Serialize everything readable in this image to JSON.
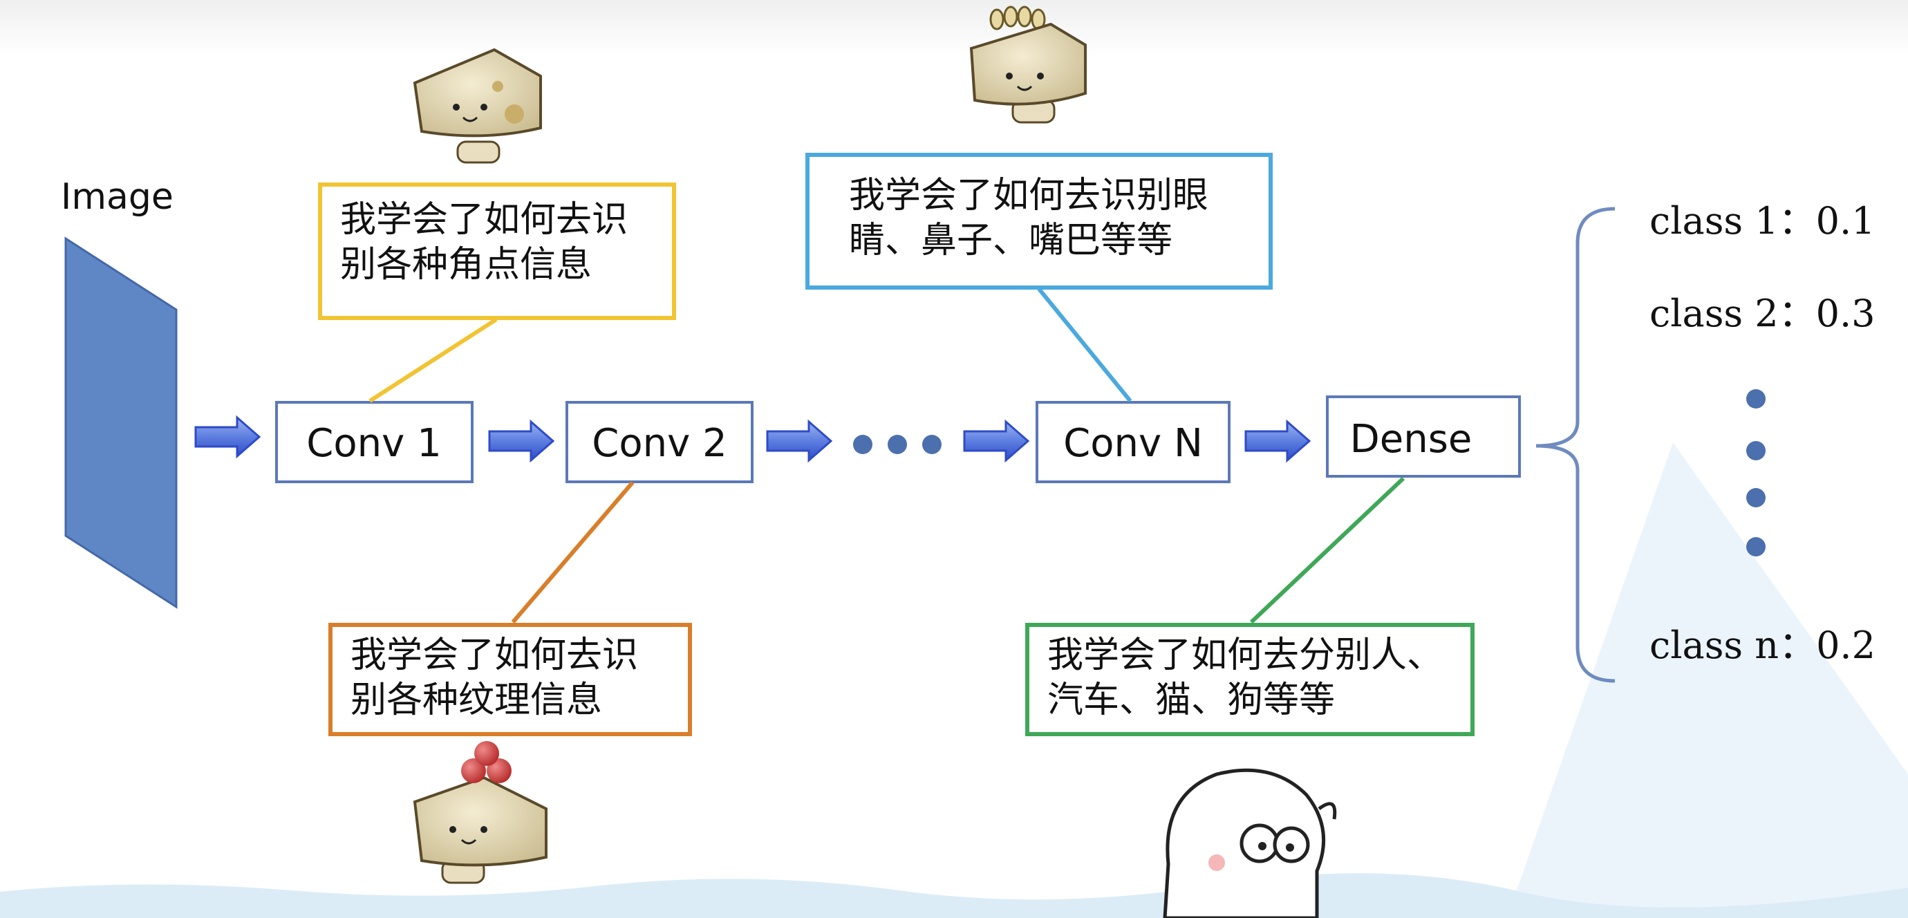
{
  "diagram": {
    "image_label": "Image",
    "stages": [
      {
        "id": "conv1",
        "label": "Conv 1"
      },
      {
        "id": "conv2",
        "label": "Conv 2"
      },
      {
        "id": "ellipsis",
        "label": ""
      },
      {
        "id": "convN",
        "label": "Conv N"
      },
      {
        "id": "dense",
        "label": "Dense"
      }
    ],
    "callouts": {
      "conv1": {
        "line1": "我学会了如何去识",
        "line2": "别各种角点信息",
        "color": "#F2C433"
      },
      "conv2": {
        "line1": "我学会了如何去识",
        "line2": "别各种纹理信息",
        "color": "#D97E2A"
      },
      "convN": {
        "line1": "我学会了如何去识别眼",
        "line2": "睛、鼻子、嘴巴等等",
        "color": "#4AA9DE"
      },
      "dense": {
        "line1": "我学会了如何去分别人、",
        "line2": "汽车、猫、狗等等",
        "color": "#3FA858"
      }
    },
    "outputs": [
      {
        "label": "class 1：0.1"
      },
      {
        "label": "class 2：0.3"
      },
      {
        "label": "class n：0.2"
      }
    ],
    "colors": {
      "box_border": "#5B79B8",
      "arrow_fill": "#2E4BC7",
      "image_fill": "#5F86C5",
      "dots": "#4C6FAE",
      "brace": "#6F8BC0"
    }
  }
}
